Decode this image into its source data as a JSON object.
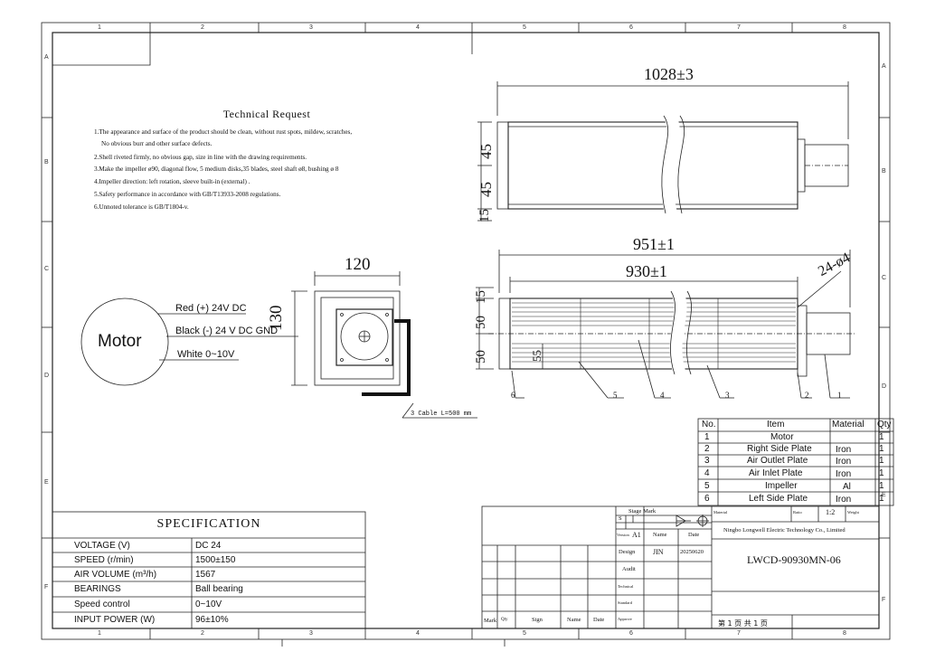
{
  "border": {
    "columns": [
      "1",
      "2",
      "3",
      "4",
      "5",
      "6",
      "7",
      "8"
    ],
    "rows": [
      "A",
      "B",
      "C",
      "D",
      "E",
      "F"
    ]
  },
  "technical_request": {
    "title": "Technical Request",
    "lines": [
      "1.The appearance and surface of the product should be clean, without rust spots, mildew, scratches,",
      "No obvious burr and other surface defects.",
      "2.Shell riveted firmly, no obvious gap, size in line with the drawing requirements.",
      "3.Make the impeller ø90, diagonal flow, 5 medium disks,35 blades, steel shaft ø8, bushing ø 8",
      "4.Impeller direction: left rotation,  sleeve built-in (external) .",
      "5.Safety performance in accordance with GB/T13933-2008 regulations.",
      "6.Unnoted tolerance is GB/T1804-v."
    ]
  },
  "motor": {
    "label": "Motor",
    "wires": [
      "Red (+) 24V DC",
      "Black (-) 24 V DC GND",
      "White 0~10V"
    ]
  },
  "side_view": {
    "width_dim": "120",
    "height_dim": "130",
    "cable_note": "3 Cable L=500 mm"
  },
  "top_view": {
    "length_dim": "1028±3",
    "left_dims": [
      "45",
      "45",
      "15"
    ]
  },
  "front_view": {
    "overall_dim": "951±1",
    "body_dim": "930±1",
    "holes_dim": "24-ø4",
    "left_dims": [
      "15",
      "50",
      "50",
      "55"
    ],
    "balloons": [
      "6",
      "5",
      "4",
      "3",
      "2",
      "1"
    ]
  },
  "parts_table": {
    "headers": [
      "No.",
      "Item",
      "Material",
      "Qty"
    ],
    "rows": [
      [
        "1",
        "Motor",
        "",
        "1"
      ],
      [
        "2",
        "Right Side Plate",
        "Iron",
        "1"
      ],
      [
        "3",
        "Air Outlet Plate",
        "Iron",
        "1"
      ],
      [
        "4",
        "Air Inlet Plate",
        "Iron",
        "1"
      ],
      [
        "5",
        "Impeller",
        "Al",
        "1"
      ],
      [
        "6",
        "Left Side Plate",
        "Iron",
        "1"
      ]
    ]
  },
  "specification": {
    "title": "SPECIFICATION",
    "rows": [
      [
        "VOLTAGE  (V)",
        "DC 24"
      ],
      [
        "SPEED   (r/min)",
        "1500±150"
      ],
      [
        "AIR  VOLUME   (m³/h)",
        "1567"
      ],
      [
        "BEARINGS",
        "Ball bearing"
      ],
      [
        "Speed control",
        "0~10V"
      ],
      [
        "INPUT POWER  (W)",
        "96±10%"
      ]
    ]
  },
  "title_block": {
    "stage_mark": "Stage Mark",
    "stage_s": "S",
    "version_label": "Version",
    "version_value": "A1",
    "name_label": "Name",
    "date_label": "Date",
    "design_label": "Design",
    "design_name": "JIN",
    "design_date": "20250620",
    "audit_label": "Audit",
    "technical_label": "Technical",
    "standard_label": "Standard",
    "approve_label": "Approve",
    "material_label": "Material",
    "ratio_label": "Ratio",
    "ratio_value": "1:2",
    "weight_label": "Weight",
    "company": "Ningbo Longwell Electric Technology  Co., Limited",
    "drawing_no": "LWCD-90930MN-06",
    "sheet_info": "第 1 页   共 1 页",
    "bottom_headers": [
      "Mark",
      "Qty",
      "Sign",
      "Name",
      "Date"
    ]
  }
}
